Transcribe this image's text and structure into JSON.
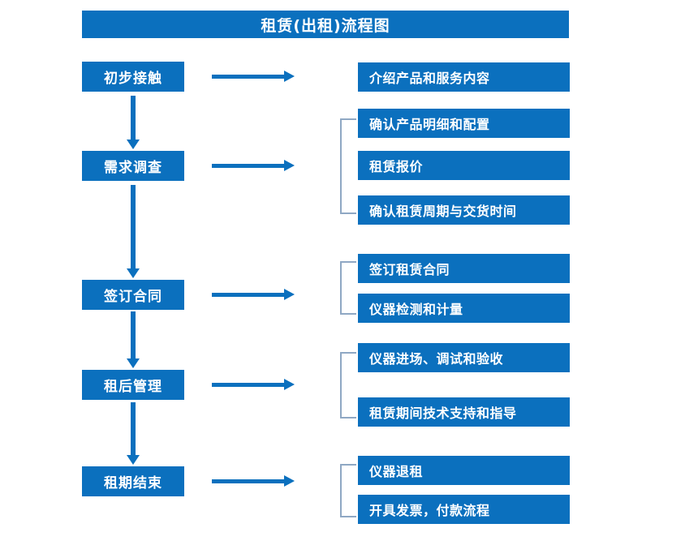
{
  "title": "租赁(出租)流程图",
  "colors": {
    "primary": "#0B70BE",
    "bracket": "#8FA8C4",
    "text_on_primary": "#FFFFFF",
    "background": "#FFFFFF"
  },
  "stages": [
    {
      "label": "初步接触"
    },
    {
      "label": "需求调查"
    },
    {
      "label": "签订合同"
    },
    {
      "label": "租后管理"
    },
    {
      "label": "租期结束"
    }
  ],
  "details": [
    {
      "label": "介绍产品和服务内容"
    },
    {
      "label": "确认产品明细和配置"
    },
    {
      "label": "租赁报价"
    },
    {
      "label": "确认租赁周期与交货时间"
    },
    {
      "label": "签订租赁合同"
    },
    {
      "label": "仪器检测和计量"
    },
    {
      "label": "仪器进场、调试和验收"
    },
    {
      "label": "租赁期间技术支持和指导"
    },
    {
      "label": "仪器退租"
    },
    {
      "label": "开具发票，付款流程"
    }
  ]
}
